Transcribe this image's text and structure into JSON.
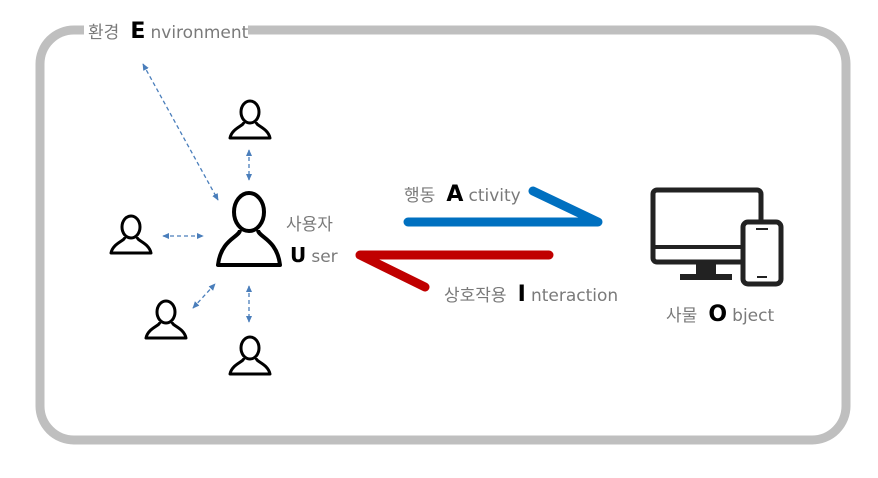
{
  "environment": {
    "korean": "환경",
    "initial": "E",
    "rest": "nvironment"
  },
  "user": {
    "korean": "사용자",
    "initial": "U",
    "rest": "ser"
  },
  "activity": {
    "korean": "행동",
    "initial": "A",
    "rest": "ctivity"
  },
  "interaction": {
    "korean": "상호작용",
    "initial": "I",
    "rest": "nteraction"
  },
  "object": {
    "korean": "사물",
    "initial": "O",
    "rest": "bject"
  },
  "colors": {
    "frame": "#bfbfbf",
    "activity_arrow": "#0070c0",
    "interaction_arrow": "#c00000",
    "dashed_link": "#4a7ebb",
    "icon": "#000000",
    "label": "#7a7a7a"
  },
  "icons": {
    "main_user": "person-outline-icon",
    "peers": "person-outline-icon",
    "object_monitor": "monitor-icon",
    "object_phone": "smartphone-icon"
  }
}
